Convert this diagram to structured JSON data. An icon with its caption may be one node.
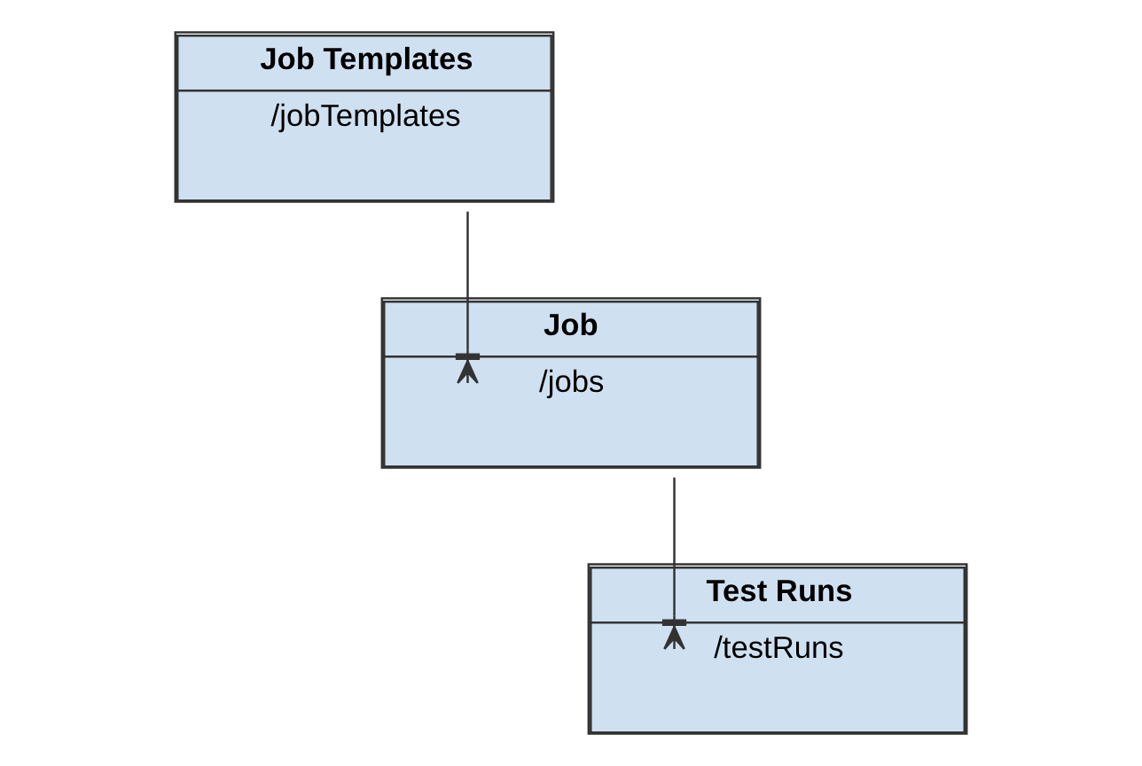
{
  "diagram": {
    "nodes": [
      {
        "text": [
          "Job Templates",
          "/jobTemplates"
        ]
      },
      {
        "text": [
          "Job",
          "/jobs"
        ]
      },
      {
        "text": [
          "Test Runs",
          "/testRuns"
        ]
      }
    ],
    "edges": [
      {
        "from": 0,
        "to": 1,
        "arrow": "other"
      },
      {
        "from": 1,
        "to": 2,
        "arrow": "other"
      }
    ]
  }
}
